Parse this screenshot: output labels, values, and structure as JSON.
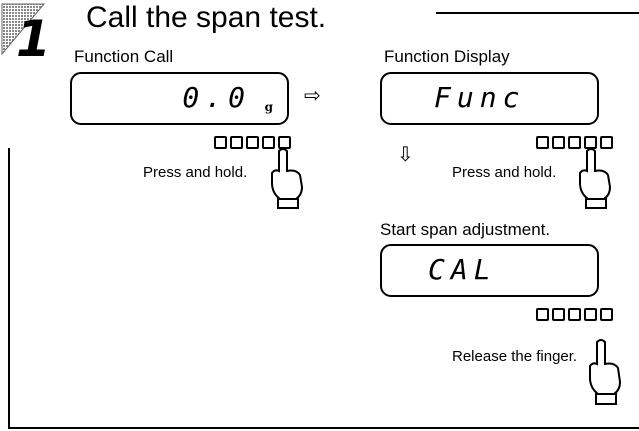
{
  "step": {
    "number": "1",
    "title": "Call the span test."
  },
  "panels": {
    "function_call": {
      "label": "Function Call",
      "display_value": "0.0",
      "unit": "g",
      "instruction": "Press and hold."
    },
    "function_display": {
      "label": "Function Display",
      "display_value": "Func",
      "instruction": "Press and hold."
    },
    "start_span": {
      "label": "Start span adjustment.",
      "display_value": "CAL",
      "instruction": "Release the finger."
    }
  },
  "arrows": {
    "right": "⇨",
    "down": "⇩"
  },
  "colors": {
    "ink": "#000000",
    "step_badge_fill": "#b4b4b4",
    "background": "#ffffff"
  }
}
